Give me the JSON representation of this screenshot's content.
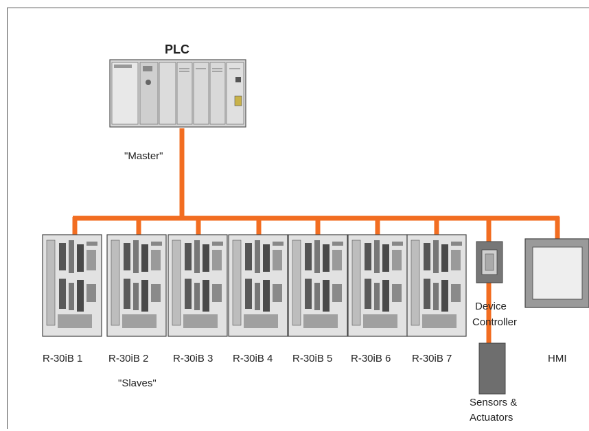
{
  "title": "PLC",
  "master_label": "\"Master\"",
  "slaves_label": "\"Slaves\"",
  "robots": [
    "R-30iB 1",
    "R-30iB 2",
    "R-30iB 3",
    "R-30iB 4",
    "R-30iB 5",
    "R-30iB 6",
    "R-30iB 7"
  ],
  "device_controller": [
    "Device",
    "Controller"
  ],
  "sensors": [
    "Sensors &",
    "Actuators"
  ],
  "hmi": "HMI",
  "colors": {
    "bus": "#f26d21",
    "cabinet": "#e2e2e2",
    "device": "#6e6e6e",
    "plc": "#d6d6d6"
  }
}
